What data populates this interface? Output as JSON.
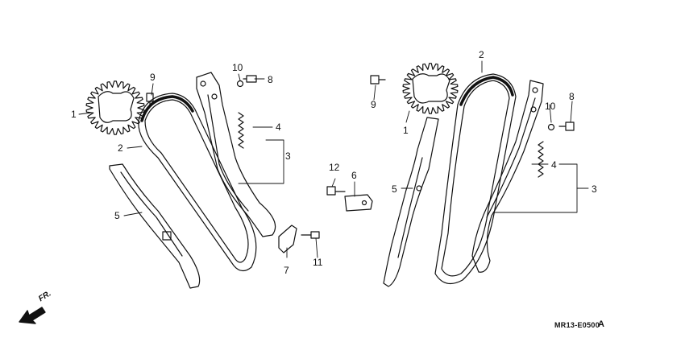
{
  "diagram": {
    "callouts": {
      "left": {
        "c1": "1",
        "c2": "2",
        "c3": "3",
        "c4": "4",
        "c5": "5",
        "c7": "7",
        "c8": "8",
        "c9": "9",
        "c10": "10",
        "c11": "11"
      },
      "center": {
        "c6": "6",
        "c12": "12"
      },
      "right": {
        "c1": "1",
        "c2": "2",
        "c3": "3",
        "c4": "4",
        "c5": "5",
        "c8": "8",
        "c9": "9",
        "c10": "10"
      }
    },
    "direction_label": "FR.",
    "figure_code": "MR13-E0500",
    "revision": "A"
  },
  "colors": {
    "line": "#111111",
    "background": "#ffffff"
  }
}
